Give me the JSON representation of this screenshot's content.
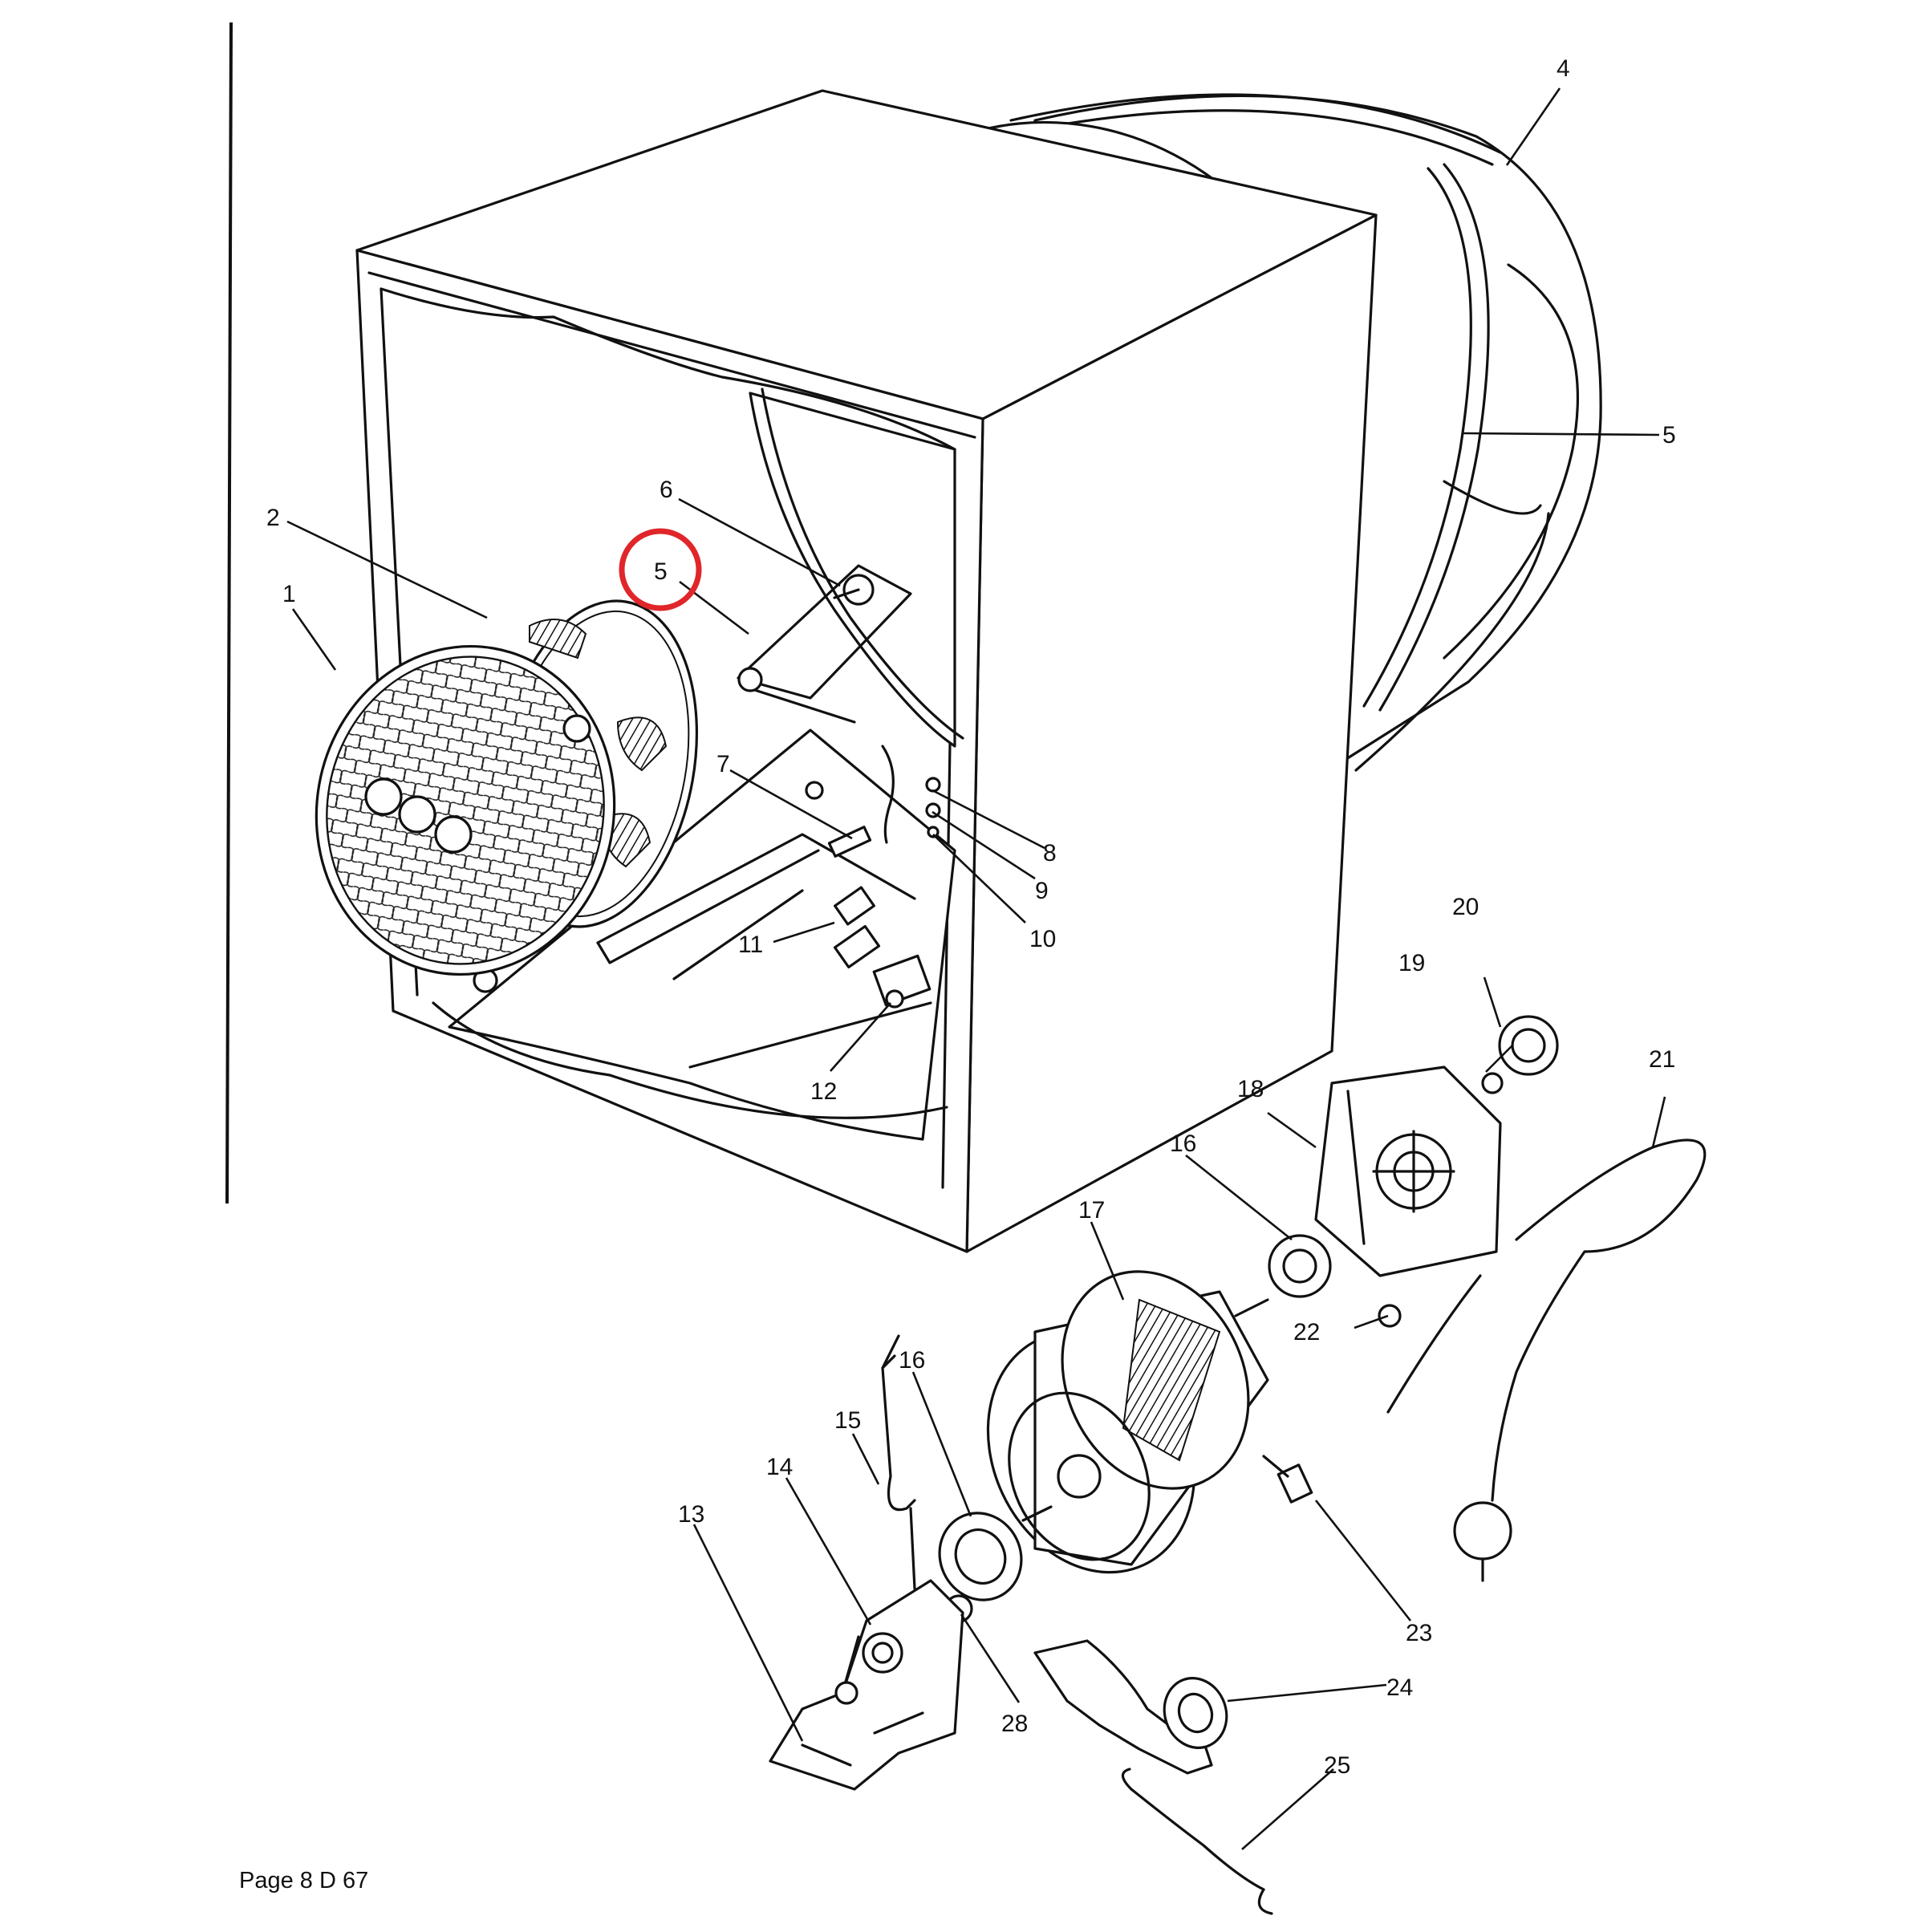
{
  "footer": "Page 8  D 67",
  "highlight": {
    "label": "5",
    "color": "#e0262a"
  },
  "callouts": [
    {
      "id": "c1",
      "text": "1"
    },
    {
      "id": "c2",
      "text": "2"
    },
    {
      "id": "c4",
      "text": "4"
    },
    {
      "id": "c5a",
      "text": "5"
    },
    {
      "id": "c5b",
      "text": "5"
    },
    {
      "id": "c6",
      "text": "6"
    },
    {
      "id": "c7",
      "text": "7"
    },
    {
      "id": "c8",
      "text": "8"
    },
    {
      "id": "c9",
      "text": "9"
    },
    {
      "id": "c10",
      "text": "10"
    },
    {
      "id": "c11",
      "text": "11"
    },
    {
      "id": "c12",
      "text": "12"
    },
    {
      "id": "c13",
      "text": "13"
    },
    {
      "id": "c14",
      "text": "14"
    },
    {
      "id": "c15",
      "text": "15"
    },
    {
      "id": "c16a",
      "text": "16"
    },
    {
      "id": "c16b",
      "text": "16"
    },
    {
      "id": "c17",
      "text": "17"
    },
    {
      "id": "c18",
      "text": "18"
    },
    {
      "id": "c19",
      "text": "19"
    },
    {
      "id": "c20",
      "text": "20"
    },
    {
      "id": "c21",
      "text": "21"
    },
    {
      "id": "c22",
      "text": "22"
    },
    {
      "id": "c23",
      "text": "23"
    },
    {
      "id": "c24",
      "text": "24"
    },
    {
      "id": "c25",
      "text": "25"
    },
    {
      "id": "c28",
      "text": "28"
    }
  ]
}
